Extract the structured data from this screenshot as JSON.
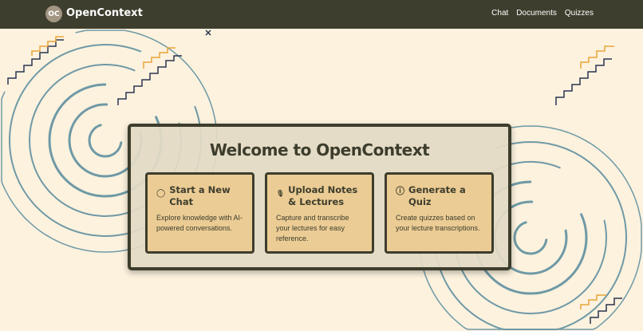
{
  "nav": {
    "logo": "OC",
    "brand": "OpenContext",
    "links": [
      "Chat",
      "Documents",
      "Quizzes"
    ]
  },
  "main": {
    "title": "Welcome to OpenContext",
    "cards": [
      {
        "icon": "chat-bubble-icon",
        "title": "Start a New Chat",
        "desc": "Explore knowledge with AI-powered conversations."
      },
      {
        "icon": "microphone-icon",
        "title": "Upload Notes & Lectures",
        "desc": "Capture and transcribe your lectures for easy reference."
      },
      {
        "icon": "question-circle-icon",
        "title": "Generate a Quiz",
        "desc": "Create quizzes based on your lecture transcriptions."
      }
    ]
  },
  "colors": {
    "nav": "#3e3e2e",
    "background": "#fcf2de",
    "card": "#ebcc94",
    "accent_blue": "#6f99a6",
    "accent_orange": "#eaa53a"
  }
}
